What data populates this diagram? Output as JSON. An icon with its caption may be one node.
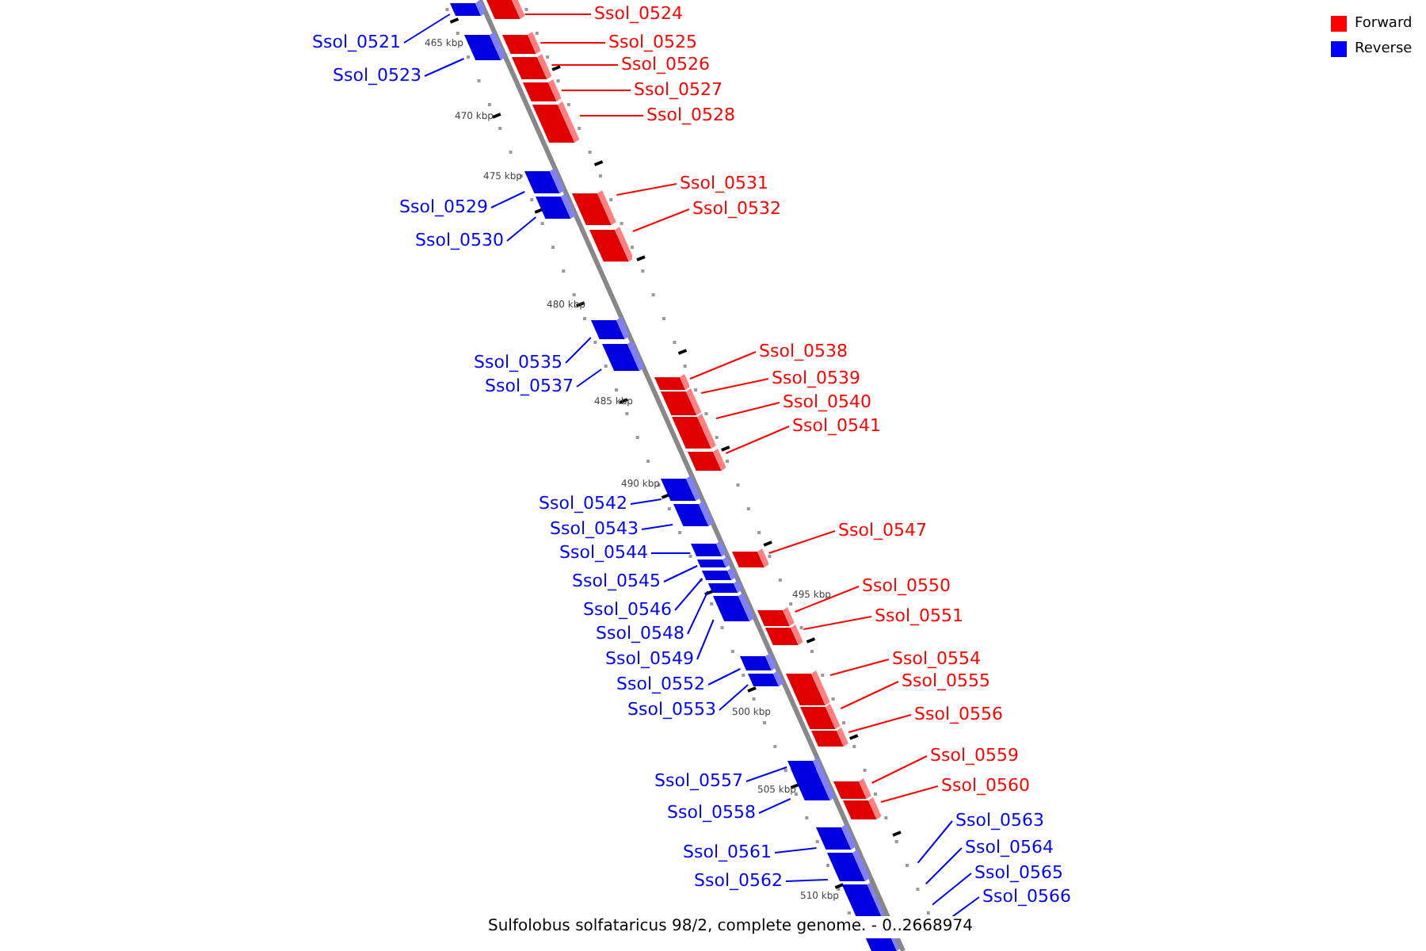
{
  "diagram": {
    "caption": "Sulfolobus solfataricus 98/2, complete genome. - 0..2668974",
    "nodes": [
      {
        "text": [
          "Ssol_0521"
        ]
      },
      {
        "text": [
          "Ssol_0523"
        ]
      },
      {
        "text": [
          "Ssol_0524"
        ]
      },
      {
        "text": [
          "Ssol_0525"
        ]
      },
      {
        "text": [
          "Ssol_0526"
        ]
      },
      {
        "text": [
          "Ssol_0527"
        ]
      },
      {
        "text": [
          "Ssol_0528"
        ]
      },
      {
        "text": [
          "Ssol_0529"
        ]
      },
      {
        "text": [
          "Ssol_0530"
        ]
      },
      {
        "text": [
          "Ssol_0531"
        ]
      },
      {
        "text": [
          "Ssol_0532"
        ]
      },
      {
        "text": [
          "Ssol_0535"
        ]
      },
      {
        "text": [
          "Ssol_0537"
        ]
      },
      {
        "text": [
          "Ssol_0538"
        ]
      },
      {
        "text": [
          "Ssol_0539"
        ]
      },
      {
        "text": [
          "Ssol_0540"
        ]
      },
      {
        "text": [
          "Ssol_0541"
        ]
      },
      {
        "text": [
          "Ssol_0542"
        ]
      },
      {
        "text": [
          "Ssol_0543"
        ]
      },
      {
        "text": [
          "Ssol_0544"
        ]
      },
      {
        "text": [
          "Ssol_0545"
        ]
      },
      {
        "text": [
          "Ssol_0546"
        ]
      },
      {
        "text": [
          "Ssol_0547"
        ]
      },
      {
        "text": [
          "Ssol_0548"
        ]
      },
      {
        "text": [
          "Ssol_0549"
        ]
      },
      {
        "text": [
          "Ssol_0550"
        ]
      },
      {
        "text": [
          "Ssol_0551"
        ]
      },
      {
        "text": [
          "Ssol_0552"
        ]
      },
      {
        "text": [
          "Ssol_0553"
        ]
      },
      {
        "text": [
          "Ssol_0554"
        ]
      },
      {
        "text": [
          "Ssol_0555"
        ]
      },
      {
        "text": [
          "Ssol_0556"
        ]
      },
      {
        "text": [
          "Ssol_0557"
        ]
      },
      {
        "text": [
          "Ssol_0558"
        ]
      },
      {
        "text": [
          "Ssol_0559"
        ]
      },
      {
        "text": [
          "Ssol_0560"
        ]
      },
      {
        "text": [
          "Ssol_0561"
        ]
      },
      {
        "text": [
          "Ssol_0562"
        ]
      },
      {
        "text": [
          "Ssol_0563"
        ]
      },
      {
        "text": [
          "Ssol_0564"
        ]
      },
      {
        "text": [
          "Ssol_0565"
        ]
      },
      {
        "text": [
          "Ssol_0566"
        ]
      },
      {
        "text": [],
        "shape": "bar"
      },
      {
        "text": [],
        "shape": "bar"
      },
      {
        "text": [],
        "shape": "bar"
      },
      {
        "text": [],
        "shape": "bar"
      },
      {
        "text": [],
        "shape": "bar"
      },
      {
        "text": [],
        "shape": "bar"
      },
      {
        "text": [],
        "shape": "bar"
      },
      {
        "text": [],
        "shape": "bar"
      },
      {
        "text": [],
        "shape": "bar"
      },
      {
        "text": [],
        "shape": "bar"
      },
      {
        "text": [],
        "shape": "bar"
      },
      {
        "text": [],
        "shape": "bar"
      },
      {
        "text": [],
        "shape": "bar"
      },
      {
        "text": [],
        "shape": "bar"
      },
      {
        "text": [],
        "shape": "bar"
      },
      {
        "text": [],
        "shape": "bar"
      },
      {
        "text": [],
        "shape": "bar"
      },
      {
        "text": [],
        "shape": "bar"
      },
      {
        "text": [],
        "shape": "bar"
      },
      {
        "text": [],
        "shape": "bar"
      },
      {
        "text": [],
        "shape": "bar"
      },
      {
        "text": [],
        "shape": "bar"
      },
      {
        "text": [],
        "shape": "bar"
      },
      {
        "text": [],
        "shape": "bar"
      },
      {
        "text": [],
        "shape": "bar"
      },
      {
        "text": [],
        "shape": "bar"
      },
      {
        "text": [],
        "shape": "bar"
      },
      {
        "text": [],
        "shape": "bar"
      },
      {
        "text": [],
        "shape": "bar"
      },
      {
        "text": [],
        "shape": "bar"
      },
      {
        "text": [],
        "shape": "bar"
      },
      {
        "text": [],
        "shape": "bar"
      },
      {
        "text": [],
        "shape": "bar"
      },
      {
        "text": [],
        "shape": "bar"
      },
      {
        "text": [],
        "shape": "bar"
      },
      {
        "text": [],
        "shape": "bar"
      },
      {
        "text": [],
        "shape": "bar"
      },
      {
        "text": [],
        "shape": "bar"
      }
    ],
    "edges": [
      {
        "from": 0,
        "to": 42,
        "arrow": "none"
      },
      {
        "from": 1,
        "to": 43,
        "arrow": "none"
      },
      {
        "from": 2,
        "to": 44,
        "arrow": "none",
        "color": "#ff0000"
      },
      {
        "from": 3,
        "to": 45,
        "arrow": "none",
        "color": "#ff0000"
      },
      {
        "from": 4,
        "to": 46,
        "arrow": "none",
        "color": "#ff0000"
      },
      {
        "from": 5,
        "to": 47,
        "arrow": "none",
        "color": "#ff0000"
      },
      {
        "from": 6,
        "to": 48,
        "arrow": "none",
        "color": "#ff0000"
      },
      {
        "from": 7,
        "to": 49,
        "arrow": "none"
      },
      {
        "from": 8,
        "to": 50,
        "arrow": "none"
      },
      {
        "from": 9,
        "to": 51,
        "arrow": "none",
        "color": "#ff0000"
      },
      {
        "from": 10,
        "to": 52,
        "arrow": "none",
        "color": "#ff0000"
      },
      {
        "from": 11,
        "to": 53,
        "arrow": "none"
      },
      {
        "from": 12,
        "to": 54,
        "arrow": "none"
      },
      {
        "from": 13,
        "to": 55,
        "arrow": "none",
        "color": "#ff0000"
      },
      {
        "from": 14,
        "to": 56,
        "arrow": "none",
        "color": "#ff0000"
      },
      {
        "from": 15,
        "to": 57,
        "arrow": "none",
        "color": "#ff0000"
      },
      {
        "from": 16,
        "to": 58,
        "arrow": "none",
        "color": "#ff0000"
      },
      {
        "from": 17,
        "to": 59,
        "arrow": "none"
      },
      {
        "from": 18,
        "to": 60,
        "arrow": "none"
      },
      {
        "from": 19,
        "to": 61,
        "arrow": "none"
      },
      {
        "from": 20,
        "to": 62,
        "arrow": "none"
      },
      {
        "from": 21,
        "to": 63,
        "arrow": "none"
      },
      {
        "from": 22,
        "to": 64,
        "arrow": "none",
        "color": "#ff0000"
      },
      {
        "from": 23,
        "to": 65,
        "arrow": "none"
      },
      {
        "from": 24,
        "to": 66,
        "arrow": "none"
      },
      {
        "from": 25,
        "to": 67,
        "arrow": "none",
        "color": "#ff0000"
      },
      {
        "from": 26,
        "to": 68,
        "arrow": "none",
        "color": "#ff0000"
      },
      {
        "from": 27,
        "to": 69,
        "arrow": "none"
      },
      {
        "from": 28,
        "to": 70,
        "arrow": "none"
      },
      {
        "from": 29,
        "to": 71,
        "arrow": "none",
        "color": "#ff0000"
      },
      {
        "from": 30,
        "to": 72,
        "arrow": "none",
        "color": "#ff0000"
      },
      {
        "from": 31,
        "to": 73,
        "arrow": "none",
        "color": "#ff0000"
      },
      {
        "from": 32,
        "to": 74,
        "arrow": "none"
      },
      {
        "from": 33,
        "to": 75,
        "arrow": "none"
      },
      {
        "from": 34,
        "to": 76,
        "arrow": "none",
        "color": "#ff0000"
      },
      {
        "from": 35,
        "to": 77,
        "arrow": "none",
        "color": "#ff0000"
      },
      {
        "from": 36,
        "to": 78,
        "arrow": "none"
      },
      {
        "from": 37,
        "to": 79,
        "arrow": "none"
      },
      {
        "from": 38,
        "to": null,
        "arrow": "none"
      },
      {
        "from": 39,
        "to": null,
        "arrow": "none"
      },
      {
        "from": 40,
        "to": null,
        "arrow": "none"
      },
      {
        "from": 41,
        "to": null,
        "arrow": "none"
      }
    ],
    "labels": [
      "465 kbp",
      "470 kbp",
      "475 kbp",
      "480 kbp",
      "485 kbp",
      "490 kbp",
      "495 kbp",
      "500 kbp",
      "505 kbp",
      "510 kbp"
    ],
    "legend": [
      {
        "text": "Forward",
        "color": "#ff0000"
      },
      {
        "text": "Reverse",
        "color": "#0000ff"
      }
    ]
  }
}
